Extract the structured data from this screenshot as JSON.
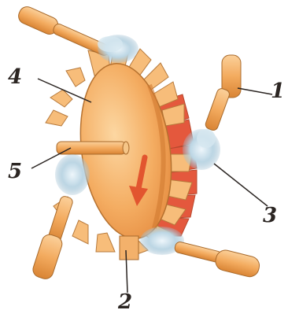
{
  "labels": {
    "nozzle": "1",
    "shaft": "2",
    "jet": "3",
    "disk": "4",
    "axle": "5"
  },
  "colors": {
    "disk": "#f4b06a",
    "disk_shade": "#e3893e",
    "blade": "#f7bd7a",
    "blade_back": "#e4583d",
    "nozzle": "#f3b16b",
    "steam": "#b9d3e0",
    "arrow": "#e2552f",
    "ink": "#2b2522"
  },
  "icons": {
    "rotation_arrow": "arrow-down-icon"
  }
}
